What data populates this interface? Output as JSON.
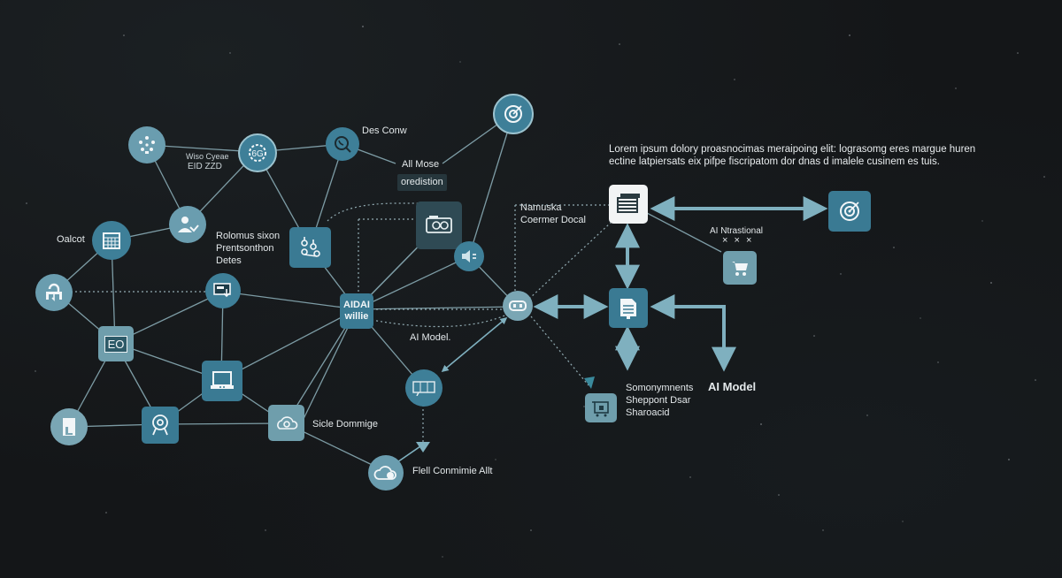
{
  "colors": {
    "background": "#141618",
    "teal": "#3e7f98",
    "light_teal": "#6a9daf",
    "edge": "#8fb3bd",
    "arrow": "#7fb0bf",
    "text": "#e3e8ea"
  },
  "description": {
    "line1": "Lorem ipsum dolory proasnocimas meraipoing elit: lograsomg eres margue huren",
    "line2": "ectine latpiersats eix pifpe fiscripatom dor dnas d imalele cusinem es tuis."
  },
  "labels": {
    "wiso_center": "Wiso Cyeae",
    "wiso_sub": "EID ZZD",
    "des_center": "Des Conw",
    "ai_mose": "All Mose",
    "prediction": "oredistion",
    "oalcot": "Oalcot",
    "robotics_1": "Rolomus sixon",
    "robotics_2": "Prentsonthon",
    "robotics_3": "Detes",
    "aidai_1": "AIDAI",
    "aidai_2": "willie",
    "ai_model_small": "AI Model.",
    "namuska_1": "Namuska",
    "namuska_2": "Coermer Docal",
    "ai_ntrastional": "AI Ntrastional",
    "x_marks": "× × ×",
    "sicle_domige": "Sicle Dommige",
    "flell_commimie": "Flell Conmimie Allt",
    "somonyments_1": "Somonymnents",
    "somonyments_2": "Sheppont Dsar",
    "somonyments_3": "Sharoacid",
    "ai_model_bold": "AI Model",
    "eo_text": "EO"
  },
  "nodes": [
    {
      "id": "network-hub",
      "icon": "network-icon"
    },
    {
      "id": "gear-6g",
      "icon": "gear-icon"
    },
    {
      "id": "phone-search",
      "icon": "phone-search-icon"
    },
    {
      "id": "target-top",
      "icon": "target-icon"
    },
    {
      "id": "user-check",
      "icon": "user-icon"
    },
    {
      "id": "calendar",
      "icon": "calendar-icon"
    },
    {
      "id": "molecule",
      "icon": "molecule-icon"
    },
    {
      "id": "camera-card",
      "icon": "camera-icon"
    },
    {
      "id": "speaker",
      "icon": "speaker-icon"
    },
    {
      "id": "flow-hub",
      "icon": "flow-icon"
    },
    {
      "id": "monitor-node",
      "icon": "monitor-icon"
    },
    {
      "id": "aidai",
      "icon": "none"
    },
    {
      "id": "eo-box",
      "icon": "display-icon"
    },
    {
      "id": "laptop",
      "icon": "laptop-icon"
    },
    {
      "id": "robot-hub",
      "icon": "robot-icon"
    },
    {
      "id": "dashboard-chat",
      "icon": "dashboard-icon"
    },
    {
      "id": "door",
      "icon": "door-icon"
    },
    {
      "id": "webcam",
      "icon": "webcam-icon"
    },
    {
      "id": "cloud-camera",
      "icon": "cloud-camera-icon"
    },
    {
      "id": "cloud-wifi",
      "icon": "cloud-icon"
    },
    {
      "id": "browser-stack",
      "icon": "browser-icon"
    },
    {
      "id": "target-right",
      "icon": "target-icon"
    },
    {
      "id": "cart",
      "icon": "cart-icon"
    },
    {
      "id": "document",
      "icon": "document-icon"
    },
    {
      "id": "checkout",
      "icon": "checkout-icon"
    }
  ]
}
